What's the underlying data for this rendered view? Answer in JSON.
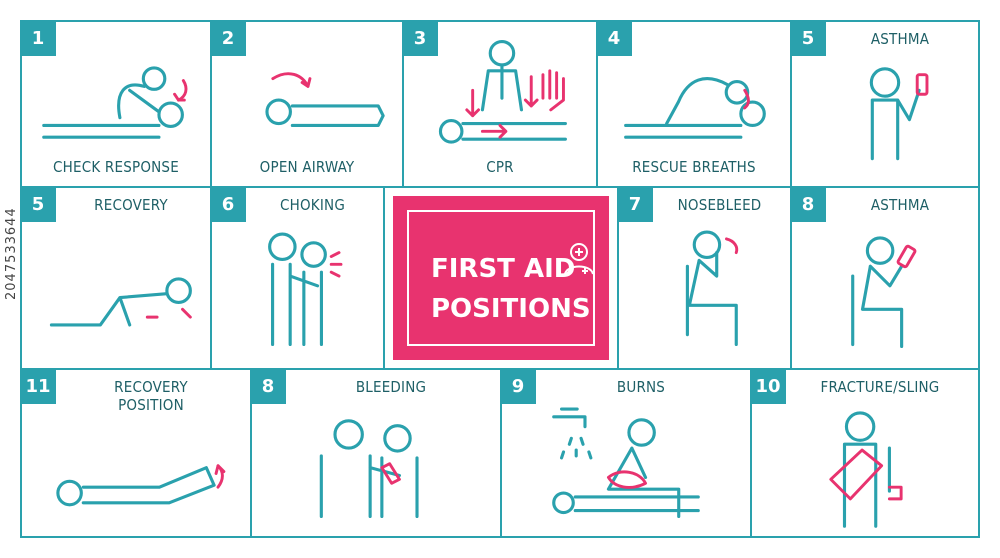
{
  "colors": {
    "teal": "#2aa1ad",
    "pink": "#e8336f",
    "text": "#1e5f66"
  },
  "title": {
    "line1": "FIRST AID",
    "line2": "POSITIONS",
    "icon": "first-aid-doctor-icon"
  },
  "stock_id": "2047533644",
  "cards": [
    {
      "number": "1",
      "label": "CHECK RESPONSE"
    },
    {
      "number": "2",
      "label": "OPEN AIRWAY"
    },
    {
      "number": "3",
      "label": "CPR"
    },
    {
      "number": "4",
      "label": "RESCUE BREATHS"
    },
    {
      "number": "5",
      "label": "ASTHMA"
    },
    {
      "number": "5",
      "label": "RECOVERY"
    },
    {
      "number": "6",
      "label": "CHOKING"
    },
    {
      "number": "7",
      "label": "NOSEBLEED"
    },
    {
      "number": "8",
      "label": "ASTHMA"
    },
    {
      "number": "11",
      "label": "RECOVERY\nPOSITION"
    },
    {
      "number": "8",
      "label": "BLEEDING"
    },
    {
      "number": "9",
      "label": "BURNS"
    },
    {
      "number": "10",
      "label": "FRACTURE/SLING"
    }
  ]
}
